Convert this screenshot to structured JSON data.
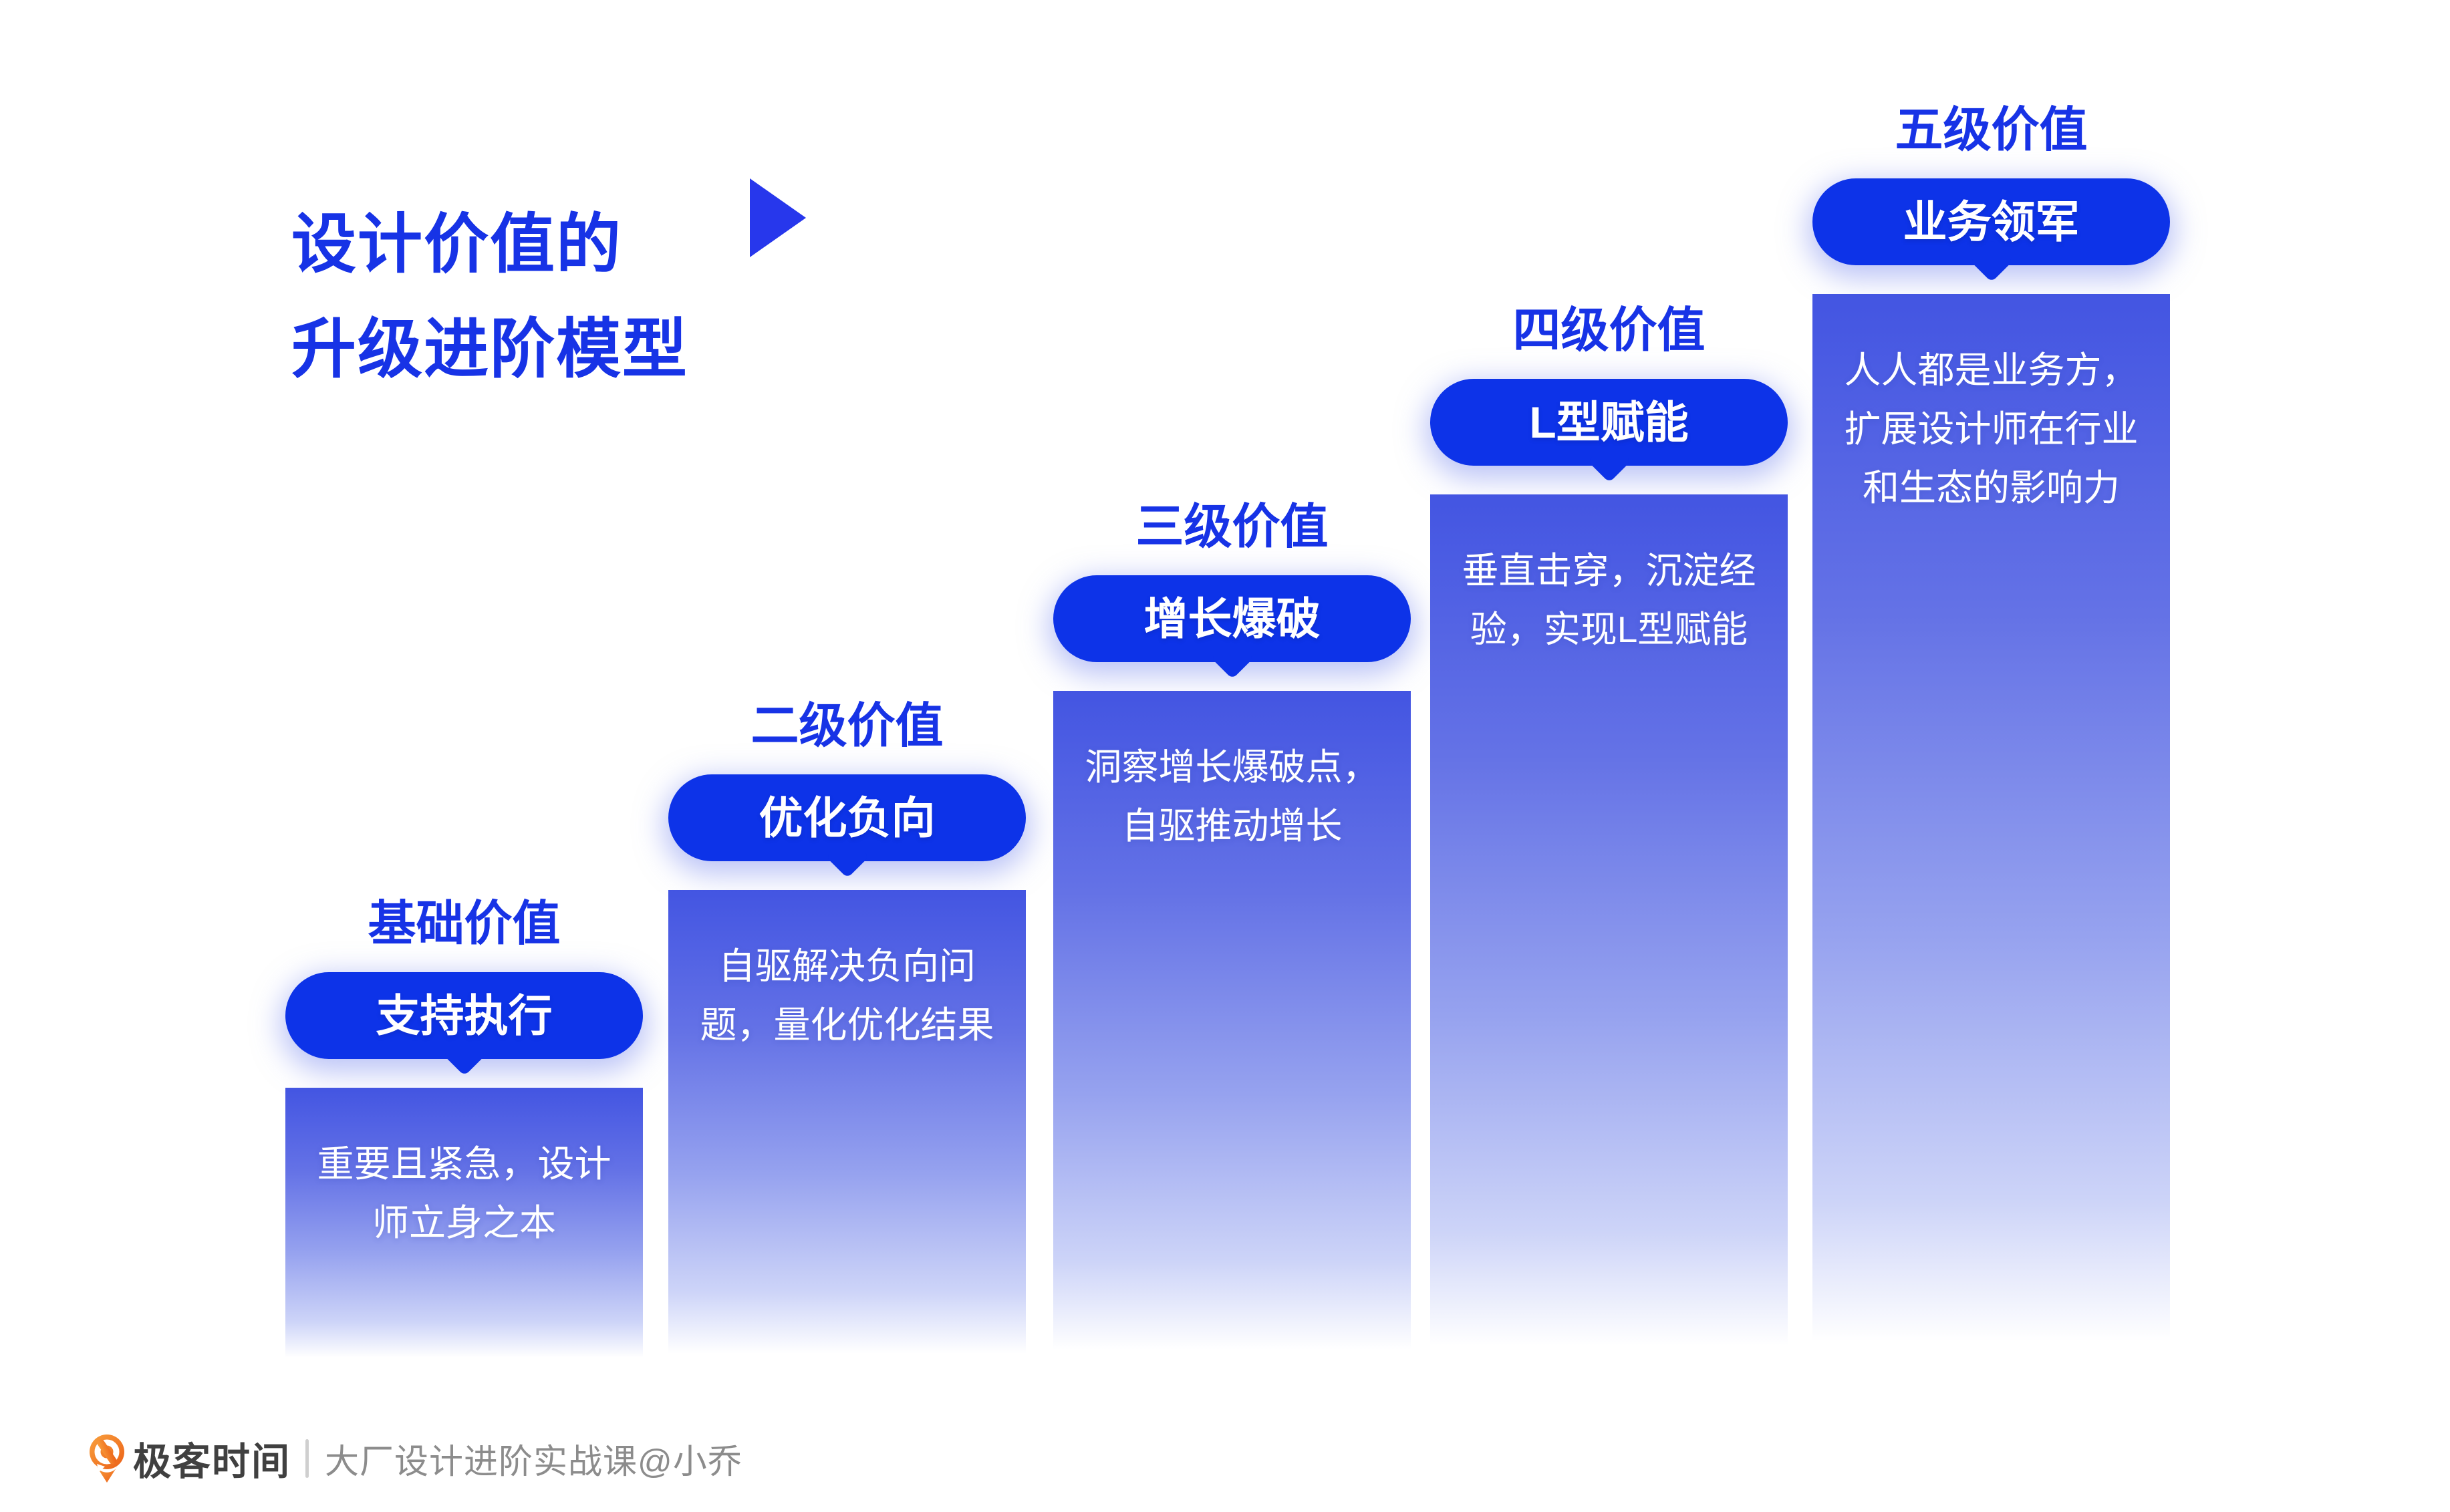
{
  "title": {
    "text": "设计价值的\n升级进阶模型"
  },
  "icons": {
    "title_marker": "play-triangle",
    "footer_logo": "geektime-pin"
  },
  "colors": {
    "accent_blue": "#1733e6",
    "pill_blue": "#0d33e8",
    "bar_gradient_top": "#4355e2",
    "bar_gradient_bottom": "#ffffff",
    "logo_orange": "#ee6a1c",
    "brand_text": "#404040",
    "credit_text": "#8c8c8c"
  },
  "steps": [
    {
      "header": "基础价值",
      "pill": "支持执行",
      "desc": "重要且紧急，设计\n师立身之本"
    },
    {
      "header": "二级价值",
      "pill": "优化负向",
      "desc": "自驱解决负向问\n题，量化优化结果"
    },
    {
      "header": "三级价值",
      "pill": "增长爆破",
      "desc": "洞察增长爆破点，\n自驱推动增长"
    },
    {
      "header": "四级价值",
      "pill": "L型赋能",
      "desc": "垂直击穿，沉淀经\n验，实现L型赋能"
    },
    {
      "header": "五级价值",
      "pill": "业务领军",
      "desc": "人人都是业务方，\n扩展设计师在行业\n和生态的影响力"
    }
  ],
  "footer": {
    "brand": "极客时间",
    "course": "大厂设计进阶实战课@小乔"
  }
}
